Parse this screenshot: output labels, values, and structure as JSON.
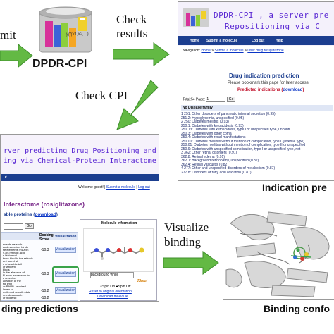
{
  "colors": {
    "arrow_green": "#63b944",
    "arrow_green_dark": "#3f8f2c",
    "banner_purple": "#5a28d3",
    "banner_orange": "#e08a00",
    "link_blue": "#0a35c6",
    "nav_blue": "#2347a8"
  },
  "flow": {
    "submit_label": "mit",
    "check_results_line1": "Check",
    "check_results_line2": "results",
    "check_cpi_label": "Check CPI",
    "visualize_line1": "Visualize",
    "visualize_line2": "binding"
  },
  "logo": {
    "app_name": "DPDR-CPI",
    "formula_text": "y(f(x1,x2,...)"
  },
  "indication": {
    "banner_line1": "DPDR-CPI , a server pre",
    "banner_line2": "Repositioning via C",
    "menu": [
      "Home",
      "Submit a molecule",
      "Log out",
      "Help"
    ],
    "nav_prefix": "Navigation:",
    "nav_links": [
      "Home",
      "Submit a molecule",
      "User drug rosiglitazone"
    ],
    "title": "Drug indication prediction",
    "bookmark_note": "Please bookmark this page for later access.",
    "predicted_prefix": "Predicted indications (",
    "download_label": "download",
    "predicted_suffix": ")",
    "total": "Total:54  Page:",
    "page_num": "1",
    "go_label": "Go",
    "col_header": "No  Disease family",
    "rows": [
      "1  251: Other disorders of pancreatic internal secretion (0.95)",
      "     251.2: Hypoglycemia, unspecified (0.95)",
      "2  250: Diabetes mellitus (0.93)",
      "     250.1: Diabetes with ketoacidosis (0.93)",
      "     250.13: Diabetes with ketoacidosis, type I or unspecified type, uncontr",
      "     250.3: Diabetes with other coma",
      "     250.4: Diabetes with renal manifestations",
      "     250.00: Diabetes mellitus without mention of complication, type I (juvenile type)",
      "     250.01: Diabetes mellitus without mention of complication, type II or unspecified",
      "     250.9: Diabetes with unspecified complication, type I or unspecified type, not",
      "3  362: Other retinal disorders (0.91)",
      "     362.8: Retinal edema (0.91)",
      "     362.1: Background retinopathy, unspecified (0.82)",
      "     362.4: Retinal vasculitis (0.82)",
      "4  277: Other and unspecified disorders of metabolism (0.87)",
      "     277.8: Disorders of fatty acid oxidation (0.87)"
    ],
    "caption": "Indication pre"
  },
  "interactome": {
    "banner_line1": "rver predicting Drug Positioning and Drug",
    "banner_line2": "ing via Chemical-Protein Interactome",
    "menu_label": "ut",
    "welcome": "Welcome guest!",
    "submit_link": "Submit a molecule",
    "logout_link": "Log out",
    "title": "Interactome (rosiglitazone)",
    "table_prefix": "able proteins (",
    "download_label": "download",
    "table_suffix": ")",
    "go_label": "Go",
    "docking_header": "Docking Score",
    "vis_header": "Visualization",
    "left_snippets": [
      "rine drugs such",
      "acid receptors binds",
      "se elements (RARE)",
      "9-cis retinoic acid,",
      "e biological",
      "thers bind to the retinoic",
      "ent found at",
      "n a head-to-tail",
      "of tandem",
      "binds",
      "In the absence of",
      "R gene expression by",
      "e receptor",
      "alization of the",
      "for limb",
      "or RARB, required",
      "levels of",
      "owth and growth plate",
      "rine drugs such",
      "of biogenic"
    ],
    "scores": [
      "-10.3",
      "-10.3",
      "-10.2",
      "-10.2"
    ],
    "vis_btn": "Visualization",
    "molecule_title": "Molecule information",
    "bg_select": "background white",
    "spin_on": "Spin On",
    "spin_off": "Spin Off",
    "jsmol": "JSmol",
    "reset_link": "Reset to original orientation",
    "download_molecule": "Download molecule",
    "caption": "ding predictions"
  },
  "binding": {
    "caption": "Binding confo"
  }
}
